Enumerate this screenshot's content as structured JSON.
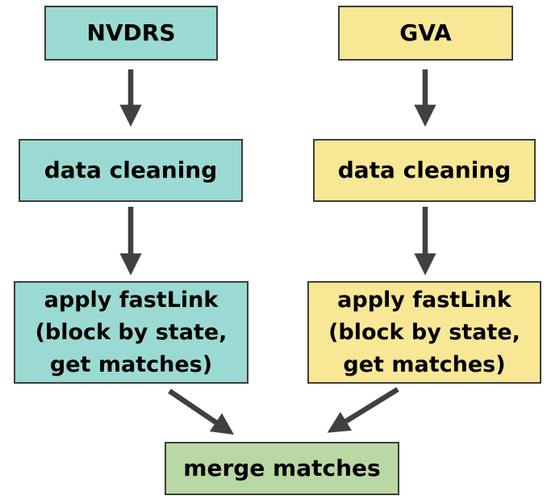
{
  "nodes": {
    "nvdrs": {
      "label": "NVDRS"
    },
    "gva": {
      "label": "GVA"
    },
    "nvdrs_cleaning": {
      "label": "data cleaning"
    },
    "gva_cleaning": {
      "label": "data cleaning"
    },
    "nvdrs_fastlink": {
      "lines": [
        "apply fastLink",
        "(block by state,",
        "get matches)"
      ]
    },
    "gva_fastlink": {
      "lines": [
        "apply fastLink",
        "(block by state,",
        "get matches)"
      ]
    },
    "merge": {
      "label": "merge matches"
    }
  },
  "edges": [
    {
      "from": "nvdrs",
      "to": "nvdrs_cleaning"
    },
    {
      "from": "gva",
      "to": "gva_cleaning"
    },
    {
      "from": "nvdrs_cleaning",
      "to": "nvdrs_fastlink"
    },
    {
      "from": "gva_cleaning",
      "to": "gva_fastlink"
    },
    {
      "from": "nvdrs_fastlink",
      "to": "merge"
    },
    {
      "from": "gva_fastlink",
      "to": "merge"
    }
  ],
  "colors": {
    "teal": "#9bdad2",
    "yellow": "#f8e795",
    "green": "#b9d8a3",
    "border": "#3d3d3d",
    "arrow": "#404040",
    "text": "#000000"
  }
}
